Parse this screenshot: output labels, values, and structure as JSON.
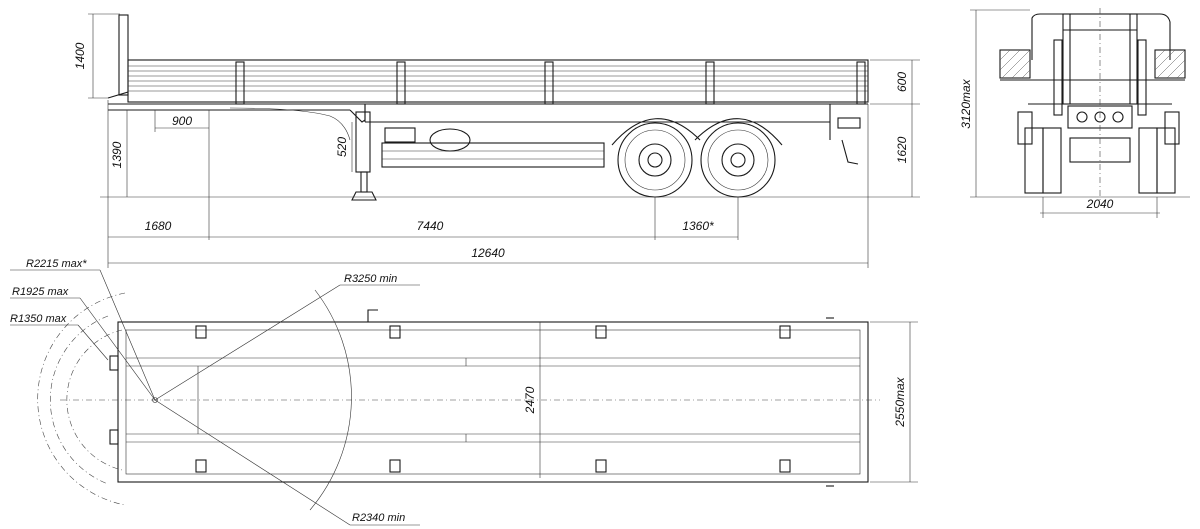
{
  "dimensions": {
    "deck_height": "1400",
    "side_board_height": "600",
    "loading_height": "1620",
    "frame_height": "1390",
    "support_travel": "520",
    "support_spacing": "900",
    "front_overhang": "1680",
    "wheelbase": "7440",
    "axle_spacing": "1360*",
    "overall_length": "12640",
    "overall_height": "3120max",
    "track_width": "2040",
    "platform_inner_width": "2470",
    "overall_width": "2550max"
  },
  "radii": {
    "r_front_max": "R2215 max*",
    "r_1925": "R1925 max",
    "r_1350": "R1350  max",
    "r_min_turn": "R3250 min",
    "r_2340": "R2340 min"
  }
}
